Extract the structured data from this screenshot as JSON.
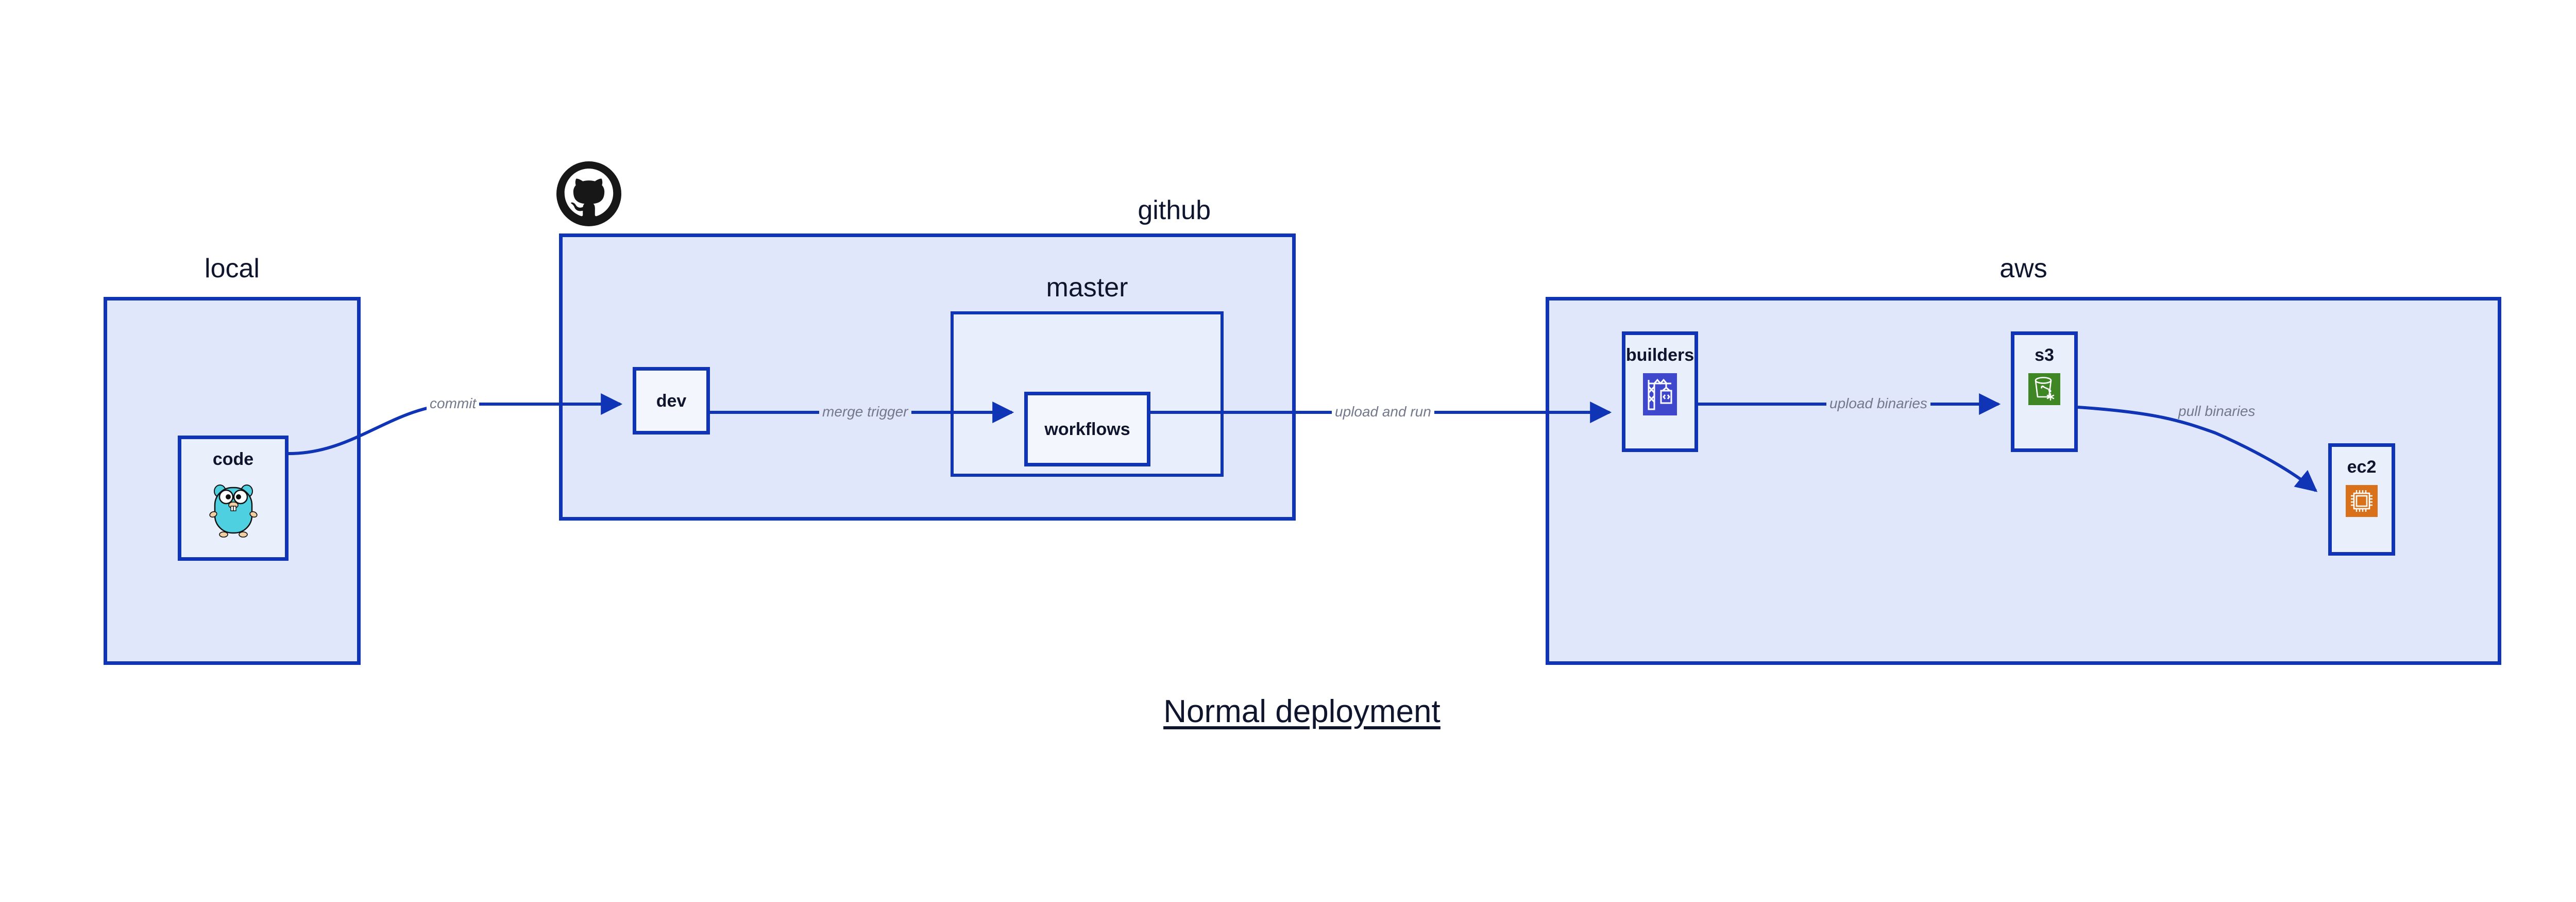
{
  "diagram": {
    "title": "Normal deployment",
    "background_color": "#ffffff",
    "accent_color": "#0f34b5",
    "group_fill": "#e1e7fa",
    "node_fill": "#eaeffc",
    "label_color": "#10152e",
    "edge_label_color": "#74788c"
  },
  "groups": [
    {
      "id": "local",
      "label": "local",
      "label_align": "center"
    },
    {
      "id": "github",
      "label": "github",
      "label_align": "right"
    },
    {
      "id": "master",
      "label": "master",
      "label_align": "center"
    },
    {
      "id": "aws",
      "label": "aws",
      "label_align": "center"
    }
  ],
  "nodes": [
    {
      "id": "code",
      "label": "code",
      "icon": "go-gopher-icon",
      "icon_color": "#4fd0e0",
      "group": "local"
    },
    {
      "id": "dev",
      "label": "dev",
      "icon": null,
      "icon_color": null,
      "group": "github"
    },
    {
      "id": "workflows",
      "label": "workflows",
      "icon": null,
      "icon_color": null,
      "group": "master"
    },
    {
      "id": "builders",
      "label": "builders",
      "icon": "aws-codebuild-icon",
      "icon_color": "#3f48cc",
      "group": "aws"
    },
    {
      "id": "s3",
      "label": "s3",
      "icon": "aws-s3-bucket-icon",
      "icon_color": "#3f8624",
      "group": "aws"
    },
    {
      "id": "ec2",
      "label": "ec2",
      "icon": "aws-ec2-chip-icon",
      "icon_color": "#d9701a",
      "group": "aws"
    }
  ],
  "edges": [
    {
      "id": "commit",
      "from": "code",
      "to": "dev",
      "label": "commit"
    },
    {
      "id": "merge-trigger",
      "from": "dev",
      "to": "workflows",
      "label": "merge trigger"
    },
    {
      "id": "upload-and-run",
      "from": "workflows",
      "to": "builders",
      "label": "upload and run"
    },
    {
      "id": "upload-binaries",
      "from": "builders",
      "to": "s3",
      "label": "upload binaries"
    },
    {
      "id": "pull-binaries",
      "from": "s3",
      "to": "ec2",
      "label": "pull binaries"
    }
  ],
  "logos": [
    {
      "id": "github-mark",
      "name": "github-octocat-logo",
      "color": "#181717"
    }
  ]
}
